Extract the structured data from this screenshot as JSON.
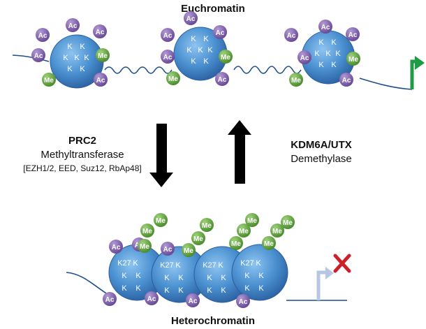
{
  "top_title": "Euchromatin",
  "bottom_title": "Heterochromatin",
  "writer": {
    "name": "PRC2",
    "role": "Methyltransferase",
    "members": "[EZH1/2, EED, Suz12, RbAp48]"
  },
  "eraser": {
    "name": "KDM6A/UTX",
    "role": "Demethylase"
  },
  "marks": {
    "acetyl": "Ac",
    "methyl": "Me"
  },
  "residues": {
    "lysine": "K",
    "k27": "K27"
  },
  "colors": {
    "nucleosome": "#4a90d0",
    "acetyl": "#7b5aa6",
    "methyl": "#5a9e3a",
    "dna": "#1f4f8a",
    "active_arrow": "#1f9a45",
    "inactive_arrow": "#b8c6e6",
    "block_cross": "#cc1f2a"
  }
}
